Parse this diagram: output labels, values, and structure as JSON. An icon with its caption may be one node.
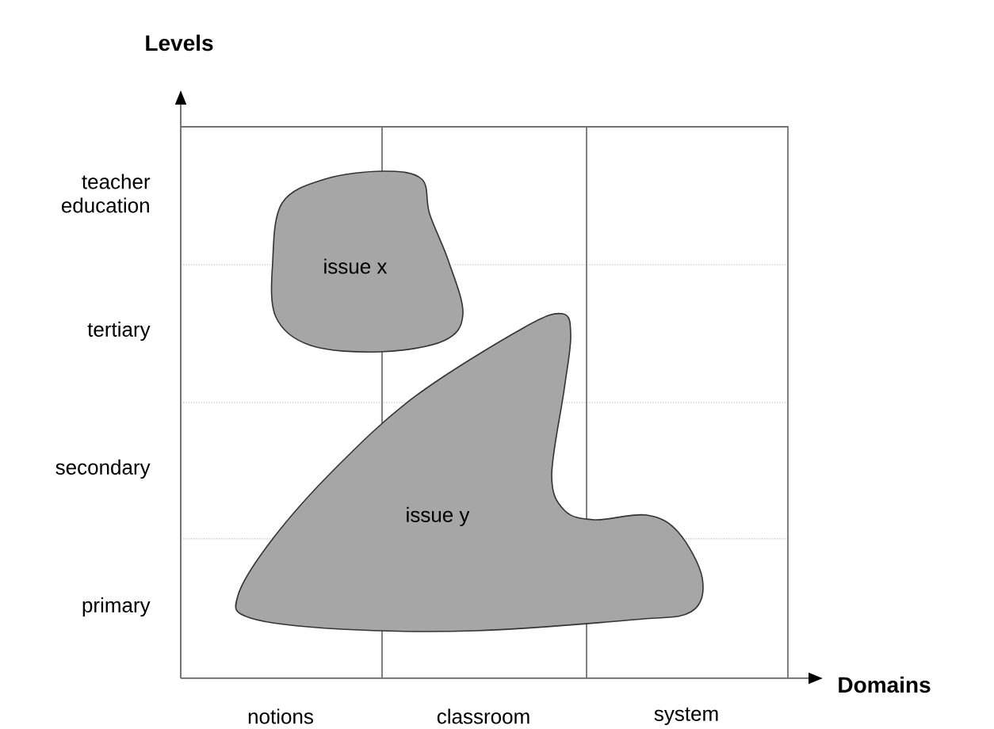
{
  "diagram": {
    "nodes": [
      {
        "text": [
          "issue x"
        ]
      },
      {
        "text": [
          "issue y"
        ]
      }
    ],
    "labels": [
      "Levels",
      "teacher education",
      "tertiary",
      "secondary",
      "primary",
      "notions",
      "classroom",
      "system",
      "Domains"
    ]
  }
}
